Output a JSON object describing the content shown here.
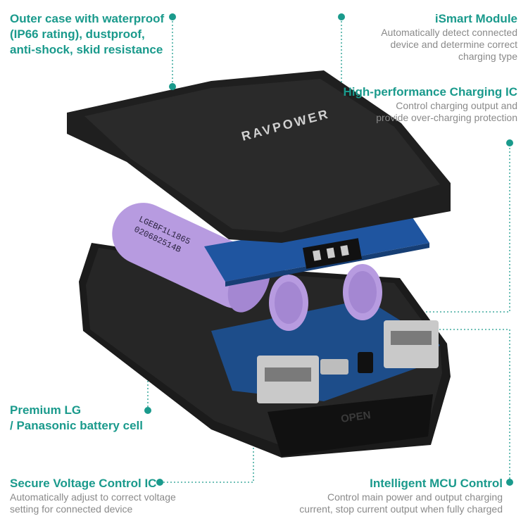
{
  "callouts": {
    "outer_case": {
      "title": "Outer case with waterproof\n(IP66 rating),  dustproof,\nanti-shock, skid resistance"
    },
    "ismart": {
      "title": "iSmart Module",
      "desc": "Automatically detect connected\ndevice and determine correct\ncharging type"
    },
    "charging_ic": {
      "title": "High-performance Charging IC",
      "desc": "Control charging output and\nprovide over-charging protection"
    },
    "battery": {
      "title": "Premium LG\n/ Panasonic battery cell"
    },
    "voltage_ic": {
      "title": "Secure Voltage Control IC",
      "desc": "Automatically adjust to correct voltage\nsetting for connected device"
    },
    "mcu": {
      "title": "Intelligent MCU Control",
      "desc": "Control main power and output charging\ncurrent, stop current output when fully charged"
    }
  },
  "product": {
    "brand_logo": "RAVPOWER",
    "battery_label_line1": "LGEBF1L1865",
    "battery_label_line2": "020682514B",
    "case_text_open": "OPEN",
    "colors": {
      "accent": "#1a9a8c",
      "case": "#1f1f1f",
      "pcb": "#1d4d8a",
      "battery": "#b79be0"
    }
  }
}
